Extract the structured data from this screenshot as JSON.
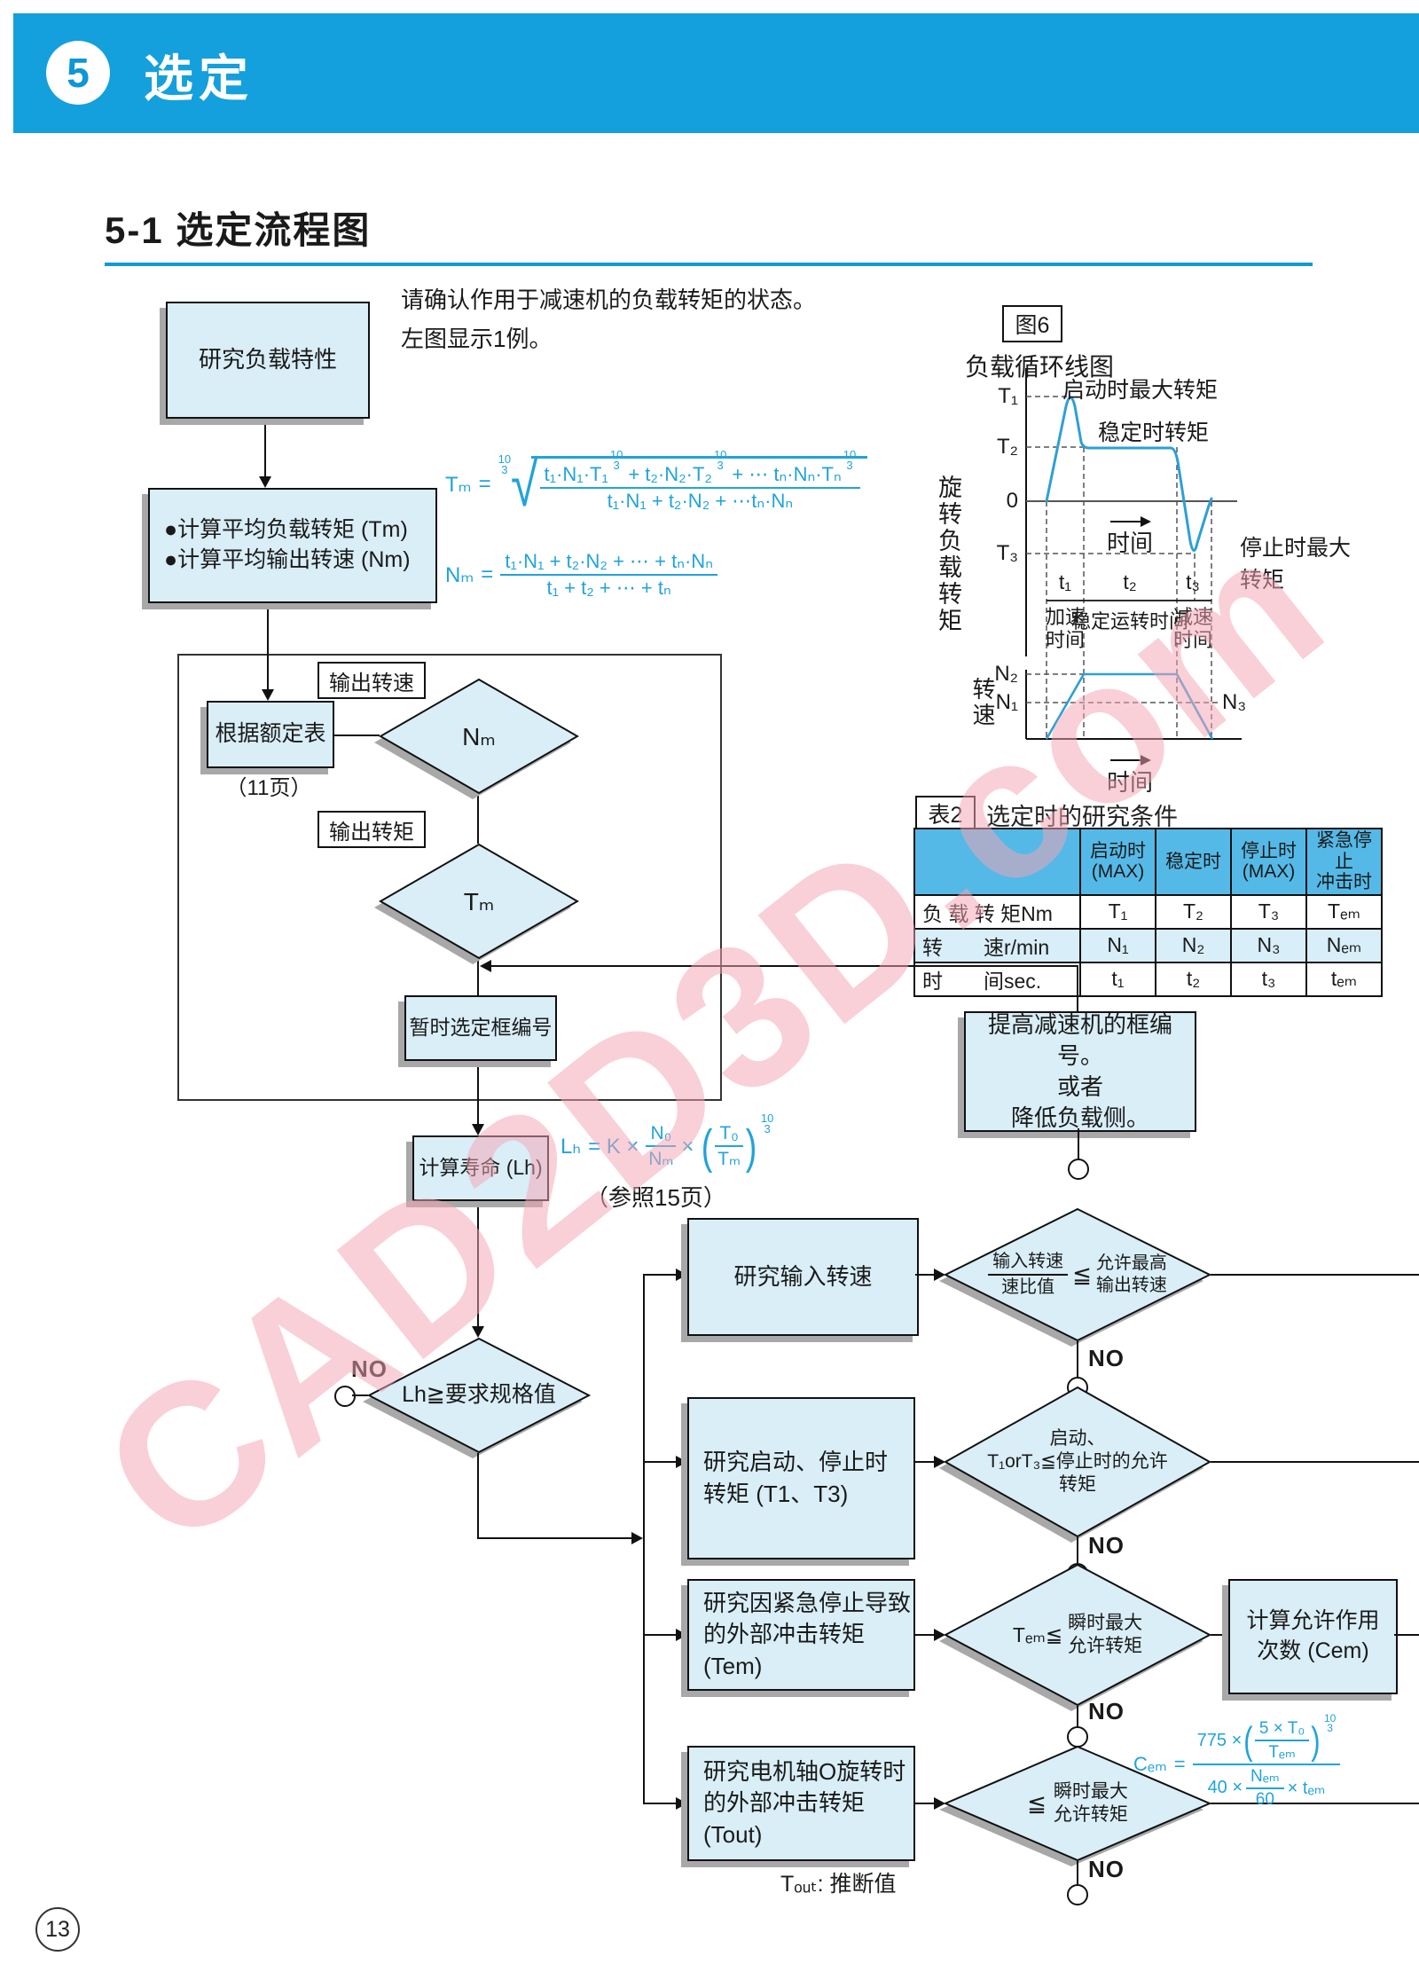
{
  "page": {
    "number": "13"
  },
  "header": {
    "num": "5",
    "title": "选定"
  },
  "section": {
    "title": "5-1 选定流程图"
  },
  "intro": {
    "line1": "请确认作用于减速机的负载转矩的状态。",
    "line2": "左图显示1例。"
  },
  "watermark": "CAD2D3D.com",
  "flow": {
    "box_load": "研究负载特性",
    "box_calc_line1": "●计算平均负载转矩 (Tm)",
    "box_calc_line2": "●计算平均输出转速 (Nm)",
    "label_out_speed": "输出转速",
    "label_out_torque": "输出转矩",
    "box_rating": "根据额定表",
    "rating_note": "（11页）",
    "dia_nm": "Nₘ",
    "dia_tm": "Tₘ",
    "box_tentative": "暂时选定框编号",
    "box_life": "计算寿命 (Lh)",
    "life_note": "（参照15页）",
    "dia_lh": "Lh≧要求规格值",
    "no": "NO",
    "box_increase": "提高减速机的框编号。\n或者\n降低负载侧。",
    "rowA_box": "研究输入转速",
    "rowA_frac_num": "输入转速",
    "rowA_frac_den": "速比值",
    "rowA_op": "≦",
    "rowA_right": "允许最高\n输出转速",
    "rowB_box": "研究启动、停止时\n转矩 (T1、T3)",
    "rowB_dia": "启动、\nT₁orT₃≦停止时的允许\n转矩",
    "rowC_box": "研究因紧急停止导致\n的外部冲击转矩 (Tem)",
    "rowC_op": "Tₑₘ≦",
    "rowC_dia": "瞬时最大\n允许转矩",
    "rowC_result": "计算允许作用\n次数 (Cem)",
    "rowD_box": "研究电机轴O旋转时\n的外部冲击转矩 (Tout)",
    "rowD_op": "≦",
    "rowD_dia": "瞬时最大\n允许转矩",
    "rowD_note_sym": "Tₒᵤₜ:",
    "rowD_note": "推断值"
  },
  "formulas": {
    "tm": {
      "lhs": "Tₘ",
      "eq": "=",
      "root_top": "10",
      "root_bot": "3",
      "radical": "√",
      "num_t1": "t₁·N₁·T₁",
      "num_t2": "t₂·N₂·T₂",
      "num_t3": "tₙ·Nₙ·Tₙ",
      "exp_top": "10",
      "exp_bot": "3",
      "plus": "+",
      "plus_dots": "+ ⋯",
      "den": "t₁·N₁ + t₂·N₂ + ⋯tₙ·Nₙ"
    },
    "nm": {
      "lhs": "Nₘ",
      "eq": "=",
      "num": "t₁·N₁ + t₂·N₂ + ⋯ + tₙ·Nₙ",
      "den": "t₁ + t₂ + ⋯ + tₙ"
    },
    "lh": {
      "lhs": "Lₕ",
      "eq": "= K ×",
      "f1_num": "N₀",
      "f1_den": "Nₘ",
      "times": "×",
      "f2_num": "T₀",
      "f2_den": "Tₘ",
      "exp_top": "10",
      "exp_bot": "3"
    },
    "cem": {
      "lhs": "Cₑₘ",
      "eq": "=",
      "num_pre": "775 ×",
      "in_num": "5 × T₀",
      "in_den": "Tₑₘ",
      "exp_top": "10",
      "exp_bot": "3",
      "den_pre": "40 ×",
      "den_num": "Nₑₘ",
      "den_den": "60",
      "den_post": "× tₑₘ"
    }
  },
  "figure6": {
    "tag": "图6",
    "title": "负载循环线图",
    "torque": {
      "ylabel": "旋转负载转矩",
      "yticks": [
        "T₁",
        "T₂",
        "0",
        "T₃"
      ],
      "ann_start": "启动时最大转矩",
      "ann_steady": "稳定时转矩",
      "ann_stop": "停止时最大\n转矩",
      "xarrow": "时间",
      "t_labels": [
        "t₁",
        "t₂",
        "t₃"
      ],
      "seg_labels": [
        "加速\n时间",
        "稳定运转时间",
        "减速\n时间"
      ]
    },
    "speed": {
      "ylabel": "转速",
      "yticks": [
        "N₂",
        "N₁"
      ],
      "right_tick": "N₃",
      "xarrow": "时间"
    }
  },
  "table2": {
    "tag": "表2",
    "title": "选定时的研究条件",
    "headers": [
      "启动时\n(MAX)",
      "稳定时",
      "停止时\n(MAX)",
      "紧急停止\n冲击时"
    ],
    "rows": [
      {
        "label": "负 载 转 矩Nm",
        "cells": [
          "T₁",
          "T₂",
          "T₃",
          "Tₑₘ"
        ]
      },
      {
        "label": "转　　速r/min",
        "cells": [
          "N₁",
          "N₂",
          "N₃",
          "Nₑₘ"
        ]
      },
      {
        "label": "时　　间sec.",
        "cells": [
          "t₁",
          "t₂",
          "t₃",
          "tₑₘ"
        ]
      }
    ]
  },
  "chart_data": [
    {
      "type": "line",
      "title": "负载循环线图 — 旋转负载转矩",
      "x_segments": [
        "t₁ 加速时间",
        "t₂ 稳定运转时间",
        "t₃ 减速时间"
      ],
      "y_levels": [
        "T₁ 启动时最大转矩(峰值)",
        "T₂ 稳定时转矩(平台)",
        "0",
        "T₃ 停止时最大转矩(负谷值)"
      ],
      "shape": "0 → 峰值T₁ → 平台T₂ → 下降过零 → 谷值T₃ → 回到0",
      "xlabel": "时间"
    },
    {
      "type": "line",
      "title": "转速",
      "y_levels": [
        "N₂ 平台",
        "N₁ 加速段中值",
        "N₃ 减速段中值"
      ],
      "shape": "梯形: 0 → N₂平台 → 0",
      "xlabel": "时间"
    }
  ],
  "colors": {
    "header_blue": "#14A0DC",
    "rule_blue": "#1399D6",
    "box_fill": "#D9EEF7",
    "shadow": "#A8A8A8",
    "formula_cyan": "#21A3DC",
    "curve_blue": "#2E9FD6",
    "table_header": "#55B9E7",
    "table_alt_row": "#D8EEF8",
    "watermark_pink": "#F2A4B8"
  }
}
